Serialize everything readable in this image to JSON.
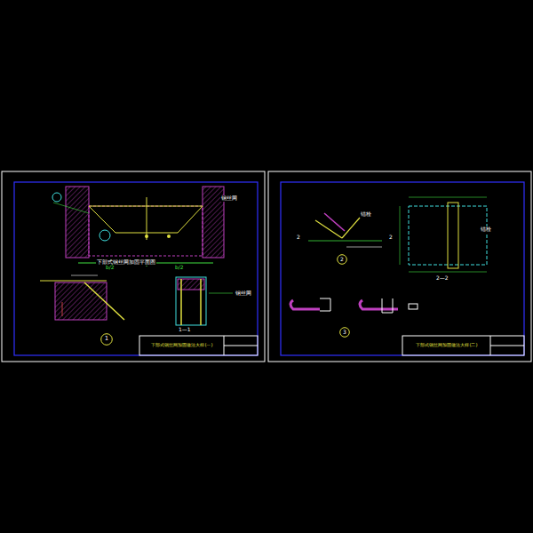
{
  "diagram": {
    "nodes": [
      {
        "text": [
          "下部式钢丝网加固做法大样(一)"
        ]
      },
      {
        "text": [
          "下部式钢丝网加固做法大样(二)"
        ]
      },
      {
        "text": [
          "1"
        ]
      },
      {
        "text": [
          "2"
        ]
      },
      {
        "text": [
          "3"
        ]
      }
    ],
    "labels": [
      "下部式钢丝网加固平面图",
      "1—1",
      "2—2",
      "2",
      "2",
      "b/2",
      "b/2",
      "钢丝网",
      "钢丝网",
      "锚栓",
      "锚栓"
    ]
  }
}
